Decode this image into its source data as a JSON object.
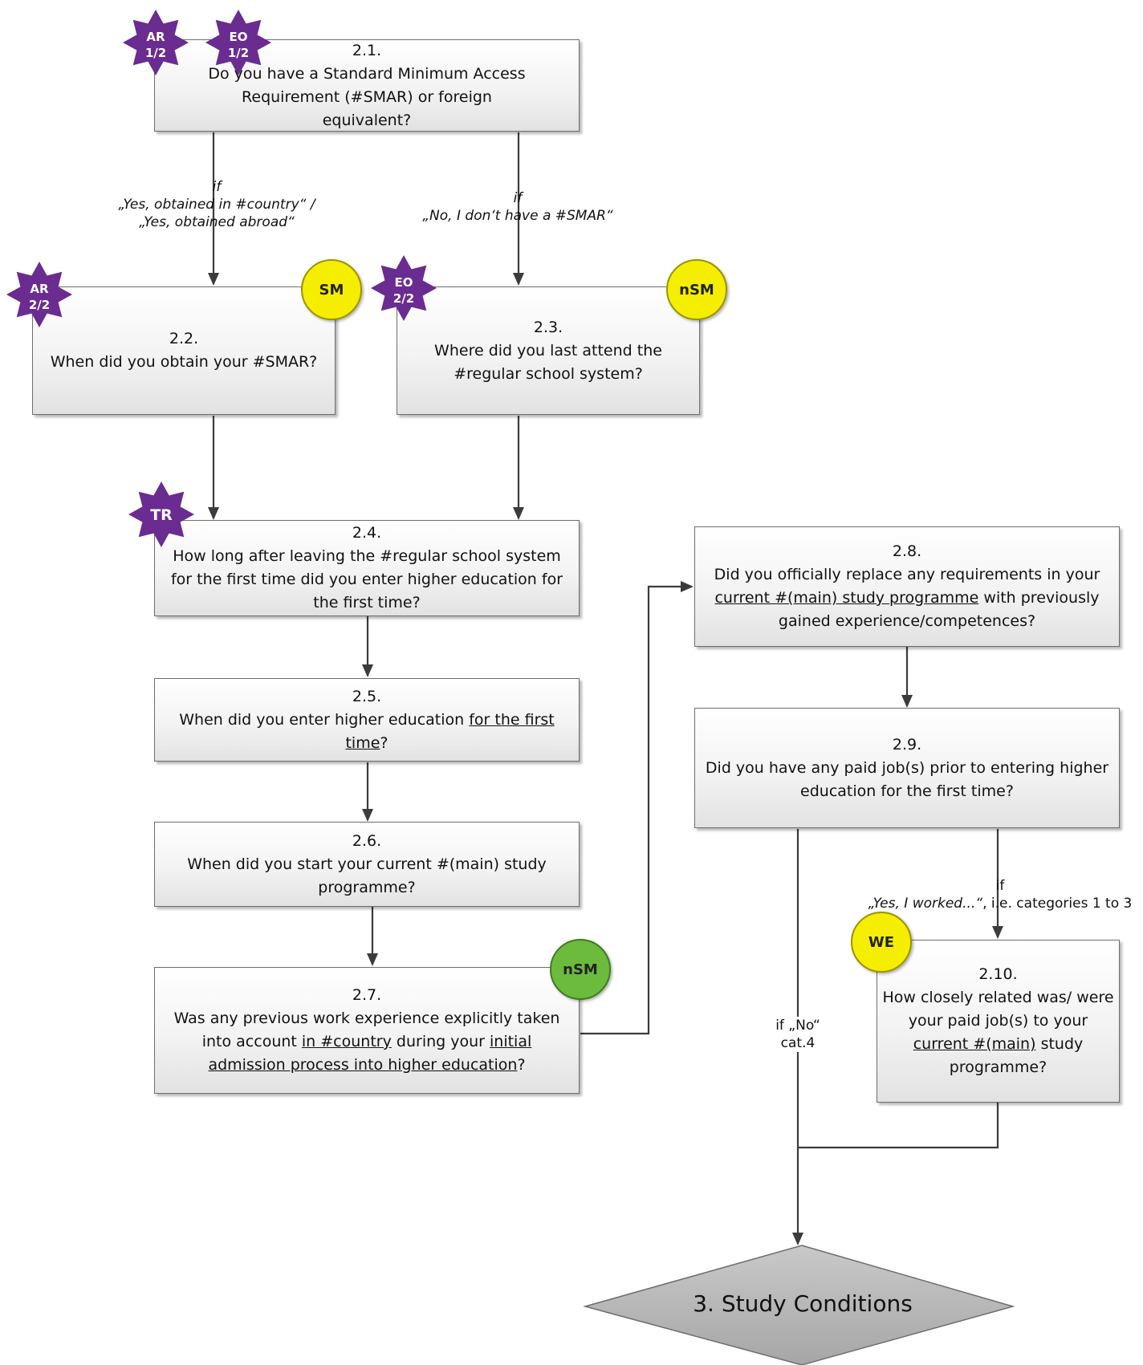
{
  "nodes": {
    "q21": {
      "num": "2.1.",
      "text": "Do you have a Standard Minimum Access Requirement (#SMAR) or foreign equivalent?"
    },
    "q22": {
      "num": "2.2.",
      "text": "When did you obtain your #SMAR?"
    },
    "q23": {
      "num": "2.3.",
      "text": "Where did you last attend the #regular school system?"
    },
    "q24": {
      "num": "2.4.",
      "text": "How long after leaving the #regular school system for the first time did you enter higher education for the first time?"
    },
    "q25": {
      "num": "2.5.",
      "text_a": "When did you enter higher education ",
      "text_u": "for the first time",
      "text_b": "?"
    },
    "q26": {
      "num": "2.6.",
      "text": "When did you start your current #(main) study programme?"
    },
    "q27": {
      "num": "2.7.",
      "text_a": "Was any previous work experience explicitly taken into account ",
      "text_u1": "in #country",
      "text_b": " during your ",
      "text_u2": "initial admission process into higher education",
      "text_c": "?"
    },
    "q28": {
      "num": "2.8.",
      "text_a": "Did you officially replace any requirements in your ",
      "text_u": "current #(main) study programme",
      "text_b": " with previously gained experience/competences?"
    },
    "q29": {
      "num": "2.9.",
      "text": "Did you have any paid job(s) prior to entering higher education for the first time?"
    },
    "q210": {
      "num": "2.10.",
      "text_a": "How closely related was/ were your paid job(s) to your ",
      "text_u": "current #(main)",
      "text_b": " study programme?"
    },
    "end": {
      "text": "3. Study Conditions"
    }
  },
  "conditions": {
    "c1_if": "if",
    "c1_line1": "„Yes, obtained in #country“ /",
    "c1_line2": "„Yes, obtained abroad“",
    "c2_if": "if",
    "c2_line1": "„No, I don‘t have a #SMAR“",
    "c3_if": "if",
    "c3_italic": "„Yes, I worked...“",
    "c3_rest": ", i.e. categories 1 to 3",
    "c4_line1": "if „No“",
    "c4_line2": "cat.4"
  },
  "stars": {
    "ar12": {
      "l1": "AR",
      "l2": "1/2"
    },
    "eo12": {
      "l1": "EO",
      "l2": "1/2"
    },
    "ar22": {
      "l1": "AR",
      "l2": "2/2"
    },
    "eo22": {
      "l1": "EO",
      "l2": "2/2"
    },
    "tr": {
      "l1": "TR"
    }
  },
  "circles": {
    "sm": "SM",
    "nsm1": "nSM",
    "nsm2": "nSM",
    "we": "WE"
  },
  "colors": {
    "star": "#6a2c91",
    "yellow": "#f5ee00",
    "green": "#6cbb3c",
    "diamond": "#bdbdbd",
    "line": "#3c3c3c"
  }
}
